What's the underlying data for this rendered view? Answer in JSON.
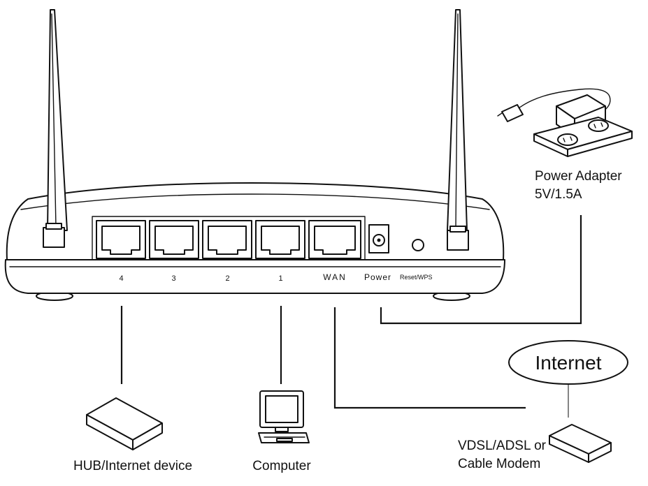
{
  "router": {
    "port_labels": [
      "4",
      "3",
      "2",
      "1"
    ],
    "wan_label": "WAN",
    "power_label": "Power",
    "reset_label": "Reset/WPS"
  },
  "devices": {
    "hub_label": "HUB/Internet device",
    "computer_label": "Computer",
    "modem_label_line1": "VDSL/ADSL or",
    "modem_label_line2": "Cable Modem",
    "internet_label": "Internet",
    "power_adapter_line1": "Power Adapter",
    "power_adapter_line2": "5V/1.5A"
  },
  "icons": [
    "antenna-icon",
    "ethernet-port-icon",
    "power-jack-icon",
    "reset-button-icon",
    "power-adapter-icon",
    "wall-outlet-icon",
    "hub-icon",
    "computer-icon",
    "modem-icon",
    "cloud-icon"
  ]
}
